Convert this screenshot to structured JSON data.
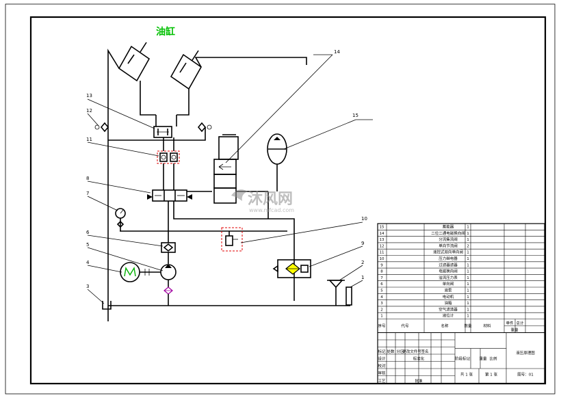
{
  "drawing": {
    "cylinder_title": "油缸",
    "watermark_main": "沐风网",
    "watermark_url": "www.mfcad.com",
    "callouts": [
      "1",
      "2",
      "3",
      "4",
      "5",
      "6",
      "7",
      "8",
      "9",
      "10",
      "11",
      "12",
      "13",
      "14",
      "15"
    ]
  },
  "bom": {
    "rows": [
      {
        "no": "15",
        "name": "蓄能器",
        "qty": "1"
      },
      {
        "no": "14",
        "name": "二位二通电磁换向阀",
        "qty": "1"
      },
      {
        "no": "13",
        "name": "分流集流阀",
        "qty": "1"
      },
      {
        "no": "12",
        "name": "单向节流阀",
        "qty": "2"
      },
      {
        "no": "11",
        "name": "液控式双向单向阀",
        "qty": "1"
      },
      {
        "no": "10",
        "name": "压力继电器",
        "qty": "1"
      },
      {
        "no": "9",
        "name": "过滤器滤器",
        "qty": "1"
      },
      {
        "no": "8",
        "name": "电磁换向阀",
        "qty": "1"
      },
      {
        "no": "7",
        "name": "溢流压力表",
        "qty": "1"
      },
      {
        "no": "6",
        "name": "单向阀",
        "qty": "1"
      },
      {
        "no": "5",
        "name": "液泵",
        "qty": "1"
      },
      {
        "no": "4",
        "name": "电动机",
        "qty": "1"
      },
      {
        "no": "3",
        "name": "油箱",
        "qty": "1"
      },
      {
        "no": "2",
        "name": "空气滤清器",
        "qty": "1"
      },
      {
        "no": "1",
        "name": "液位计",
        "qty": "1"
      }
    ],
    "header": {
      "seq": "序号",
      "code": "代号",
      "name": "名称",
      "qty": "数量",
      "material": "材料",
      "single": "单件",
      "total": "总计",
      "weight": "重量"
    }
  },
  "titleblock": {
    "mark": "标记",
    "zone": "处数",
    "div": "分区",
    "change_doc": "更改文件号",
    "sign": "签名",
    "design": "设计",
    "standardize": "标准化",
    "proofread": "校对",
    "review": "审核",
    "process": "工艺",
    "approve": "批准",
    "stage_mark": "阶段标记",
    "weight": "重量",
    "ratio": "比例",
    "drawing_title": "液压原理图",
    "sheets": "共 1 张",
    "sheet_no": "第 1 张",
    "drawing_no": "图号：01"
  }
}
